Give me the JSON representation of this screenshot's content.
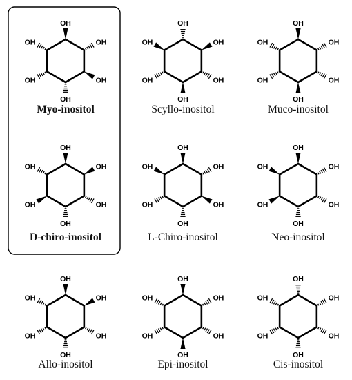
{
  "colors": {
    "ink": "#000000",
    "highlight_border": "#000000",
    "background": "#ffffff"
  },
  "substituent_label": "OH",
  "highlighted": [
    "myo",
    "d-chiro"
  ],
  "isomers": [
    {
      "id": "myo",
      "name": "Myo-inositol",
      "bold": true,
      "bonds": [
        "wedge",
        "hash",
        "wedge",
        "hash",
        "hash",
        "hash"
      ]
    },
    {
      "id": "scyllo",
      "name": "Scyllo-inositol",
      "bold": false,
      "bonds": [
        "hash",
        "wedge",
        "hash",
        "wedge",
        "hash",
        "wedge"
      ]
    },
    {
      "id": "muco",
      "name": "Muco-inositol",
      "bold": false,
      "bonds": [
        "wedge",
        "hash",
        "hash",
        "wedge",
        "hash",
        "hash"
      ]
    },
    {
      "id": "d-chiro",
      "name": "D-chiro-inositol",
      "bold": true,
      "bonds": [
        "wedge",
        "wedge",
        "hash",
        "hash",
        "wedge",
        "hash"
      ]
    },
    {
      "id": "l-chiro",
      "name": "L-Chiro-inositol",
      "bold": false,
      "bonds": [
        "wedge",
        "hash",
        "wedge",
        "hash",
        "hash",
        "wedge"
      ]
    },
    {
      "id": "neo",
      "name": "Neo-inositol",
      "bold": false,
      "bonds": [
        "wedge",
        "hash",
        "hash",
        "hash",
        "wedge",
        "wedge"
      ]
    },
    {
      "id": "allo",
      "name": "Allo-inositol",
      "bold": false,
      "bonds": [
        "wedge",
        "wedge",
        "hash",
        "hash",
        "hash",
        "hash"
      ]
    },
    {
      "id": "epi",
      "name": "Epi-inositol",
      "bold": false,
      "bonds": [
        "wedge",
        "hash",
        "hash",
        "wedge",
        "hash",
        "hash"
      ]
    },
    {
      "id": "cis",
      "name": "Cis-inositol",
      "bold": false,
      "bonds": [
        "hash",
        "hash",
        "hash",
        "hash",
        "hash",
        "hash"
      ]
    }
  ]
}
